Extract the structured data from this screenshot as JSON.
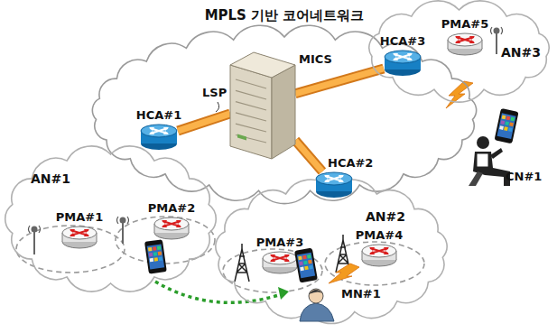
{
  "diagram": {
    "nodes": [
      {
        "text": [
          "MPLS 기반 코어네트워크"
        ]
      },
      {
        "text": [
          "MICS"
        ],
        "in": 0
      },
      {
        "text": [
          "HCA#1"
        ]
      },
      {
        "text": [
          "HCA#2"
        ]
      },
      {
        "text": [
          "HCA#3"
        ]
      },
      {
        "text": [
          "AN#3"
        ]
      },
      {
        "text": [
          "PMA#5"
        ],
        "in": 5
      },
      {
        "text": [
          "CN#1"
        ]
      },
      {
        "text": [
          "AN#1"
        ]
      },
      {
        "text": [
          "PMA#1"
        ],
        "in": 8
      },
      {
        "text": [
          "PMA#2"
        ],
        "in": 8
      },
      {
        "text": [
          "AN#2"
        ]
      },
      {
        "text": [
          "PMA#3"
        ],
        "in": 11
      },
      {
        "text": [
          "PMA#4"
        ],
        "in": 11
      },
      {
        "text": [
          "MN#1"
        ],
        "in": 11
      }
    ],
    "edges": [
      {
        "from": 2,
        "to": 1,
        "arrow": "none"
      },
      {
        "from": 1,
        "to": 4,
        "arrow": "none"
      },
      {
        "from": 1,
        "to": 3,
        "arrow": "none"
      }
    ],
    "labels": [
      "LSP"
    ]
  }
}
